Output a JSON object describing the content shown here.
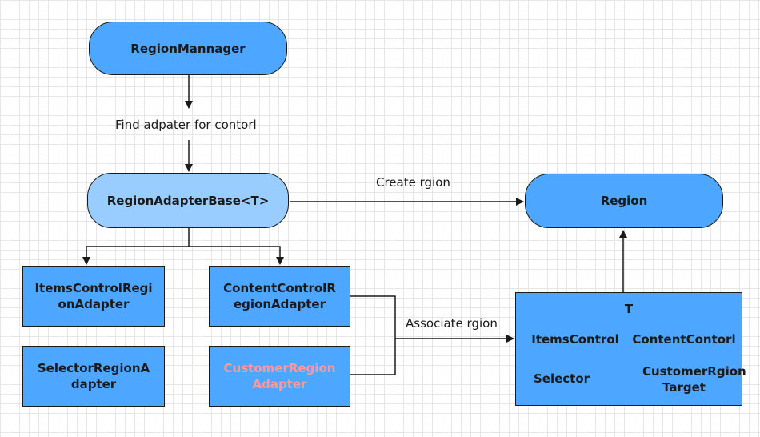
{
  "nodes": {
    "region_manager": "RegionMannager",
    "region_adapter_base": "RegionAdapterBase<T>",
    "region": "Region",
    "items_control_region_adapter": "ItemsControlRegionAdapter",
    "content_control_region_adapter": "ContentControlRegionAdapter",
    "selector_region_adapter": "SelectorRegionAdapter",
    "customer_region_adapter": "CustomerRegionAdapter",
    "target": {
      "title": "T",
      "items_control": "ItemsControl",
      "content_control": "ContentContorl",
      "selector": "Selector",
      "customer_target": "CustomerRgion Target"
    }
  },
  "edge_labels": {
    "find_adapter": "Find adpater for contorl",
    "create_region": "Create rgion",
    "associate_region": "Associate rgion"
  },
  "colors": {
    "node_fill": "#4da6ff",
    "node_fill_light": "#99ccff",
    "highlight_text": "#ff9999",
    "stroke": "#1a1a1a"
  }
}
